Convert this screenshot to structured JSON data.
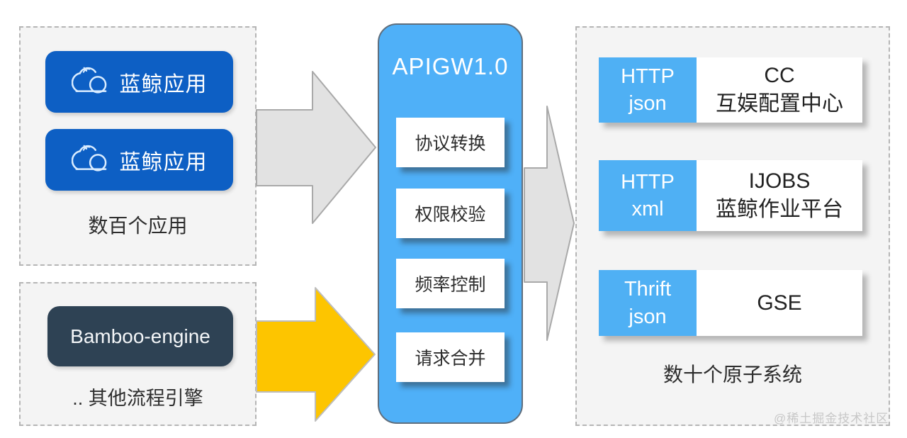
{
  "left_top_panel": {
    "apps": [
      {
        "label": "蓝鲸应用"
      },
      {
        "label": "蓝鲸应用"
      }
    ],
    "caption": "数百个应用"
  },
  "left_bottom_panel": {
    "engine_label": "Bamboo-engine",
    "caption": ".. 其他流程引擎"
  },
  "gateway": {
    "title": "APIGW1.0",
    "features": [
      "协议转换",
      "权限校验",
      "频率控制",
      "请求合并"
    ]
  },
  "right_panel": {
    "systems": [
      {
        "protocol_line1": "HTTP",
        "protocol_line2": "json",
        "name_line1": "CC",
        "name_line2": "互娱配置中心"
      },
      {
        "protocol_line1": "HTTP",
        "protocol_line2": "xml",
        "name_line1": "IJOBS",
        "name_line2": "蓝鲸作业平台"
      },
      {
        "protocol_line1": "Thrift",
        "protocol_line2": "json",
        "name_line1": "GSE",
        "name_line2": ""
      }
    ],
    "caption": "数十个原子系统"
  },
  "watermark": "@稀土掘金技术社区",
  "colors": {
    "deep_blue": "#0d5fc4",
    "sky_blue": "#4fb0f8",
    "label_blue": "#4fb0f4",
    "slate": "#2e4254",
    "arrow_yellow": "#fdc500",
    "arrow_gray": "#e2e2e2",
    "panel_bg": "#f4f4f4",
    "dash_border": "#b5b5b5"
  }
}
